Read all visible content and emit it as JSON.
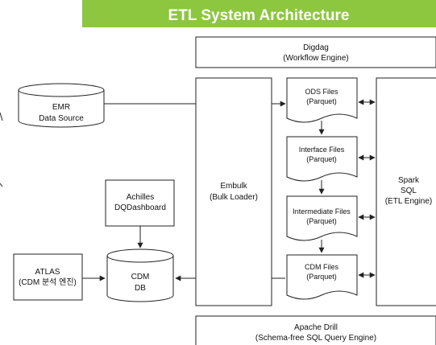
{
  "title": "ETL System Architecture",
  "colors": {
    "title_bg": "#8dc63f",
    "title_text": "#ffffff",
    "stroke": "#222222"
  },
  "nodes": {
    "digdag": {
      "line1": "Digdag",
      "line2": "(Workflow Engine)"
    },
    "emr": {
      "line1": "EMR",
      "line2": "Data Source"
    },
    "embulk": {
      "line1": "Embulk",
      "line2": "(Bulk Loader)"
    },
    "ods": {
      "line1": "ODS Files",
      "line2": "(Parquet)"
    },
    "interface": {
      "line1": "Interface Files",
      "line2": "(Parquet)"
    },
    "intermediate": {
      "line1": "Intermediate Files",
      "line2": "(Parquet)"
    },
    "cdm_files": {
      "line1": "CDM Files",
      "line2": "(Parquet)"
    },
    "spark": {
      "line1": "Spark",
      "line2": "SQL",
      "line3": "(ETL Engine)"
    },
    "achilles": {
      "line1": "Achilles",
      "line2": "DQDashboard"
    },
    "cdm_db": {
      "line1": "CDM",
      "line2": "DB"
    },
    "atlas": {
      "line1": "ATLAS",
      "line2": "(CDM 분석 엔진)"
    },
    "drill": {
      "line1": "Apache Drill",
      "line2": "(Schema-free SQL Query Engine)"
    }
  }
}
